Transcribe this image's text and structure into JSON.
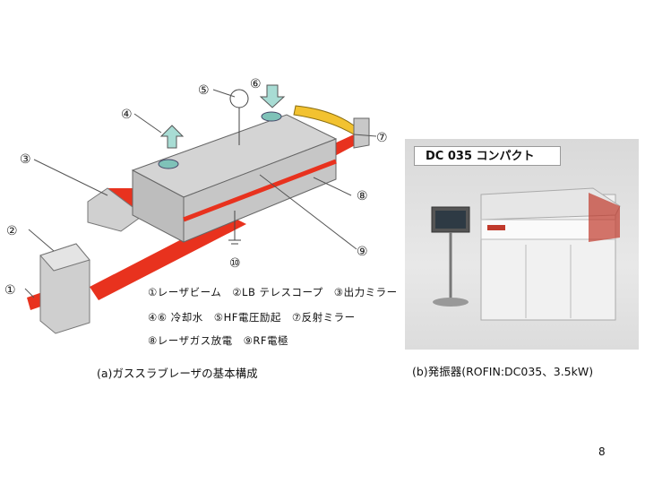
{
  "diagram": {
    "callouts": [
      "①",
      "②",
      "③",
      "④",
      "⑤",
      "⑥",
      "⑦",
      "⑧",
      "⑨",
      "⑩"
    ],
    "legend": [
      "①レーザビーム　②LB テレスコープ　③出力ミラー",
      "④⑥ 冷却水　⑤HF電圧励起　⑦反射ミラー",
      "⑧レーザガス放電　⑨RF電極"
    ],
    "caption": "(a)ガススラブレーザの基本構成"
  },
  "photo": {
    "title": "DC 035 コンパクト",
    "caption": "(b)発振器(ROFIN:DC035、3.5kW)"
  },
  "page_number": "8",
  "colors": {
    "beam": "#e8321e",
    "box": "#c8c8c8",
    "coolant": "#a8dcd4",
    "mirror": "#f2c230"
  }
}
